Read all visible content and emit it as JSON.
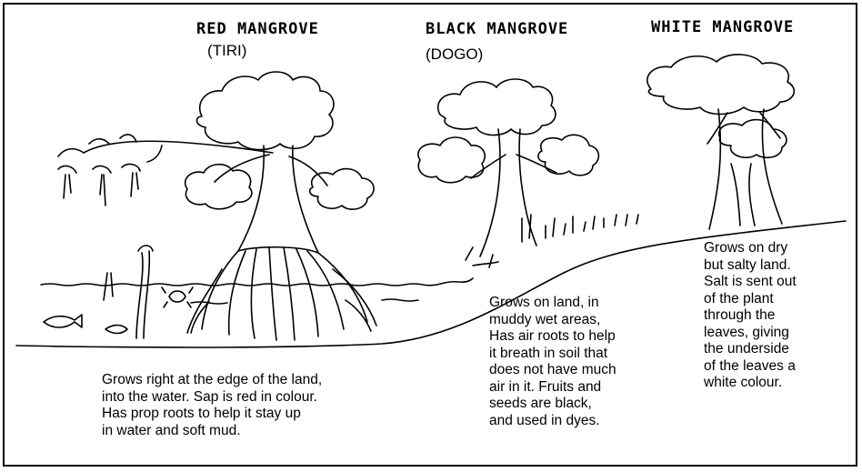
{
  "red": {
    "title": "RED MANGROVE",
    "local_name": "(TIRI)",
    "description": [
      "Grows right at the edge of the land,",
      "into the water. Sap is red in colour.",
      "Has prop roots to help it stay up",
      "in water and soft mud."
    ]
  },
  "black": {
    "title": "BLACK MANGROVE",
    "local_name": "(DOGO)",
    "description": [
      "Grows on land, in",
      "muddy wet areas,",
      "Has air roots to help",
      "it breath in soil that",
      "does not have much",
      "air in it. Fruits and",
      "seeds are black,",
      "and used in dyes."
    ]
  },
  "white": {
    "title": "WHITE MANGROVE",
    "description": [
      "Grows on dry",
      "but salty land.",
      "Salt is sent out",
      "of the plant",
      "through the",
      "leaves, giving",
      "the underside",
      "of the leaves a",
      "white colour."
    ]
  },
  "colors": {
    "ink": "#000000",
    "paper": "#ffffff"
  }
}
